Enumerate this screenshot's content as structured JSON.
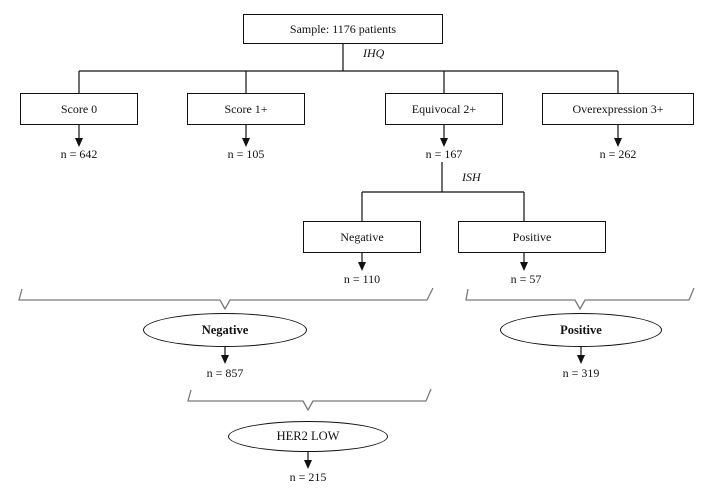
{
  "flow": {
    "root_label": "Sample: 1176 patients",
    "stage1_label": "IHQ",
    "stage2_label": "ISH",
    "ihc": [
      {
        "label": "Score 0",
        "n": "n = 642"
      },
      {
        "label": "Score 1+",
        "n": "n = 105"
      },
      {
        "label": "Equivocal 2+",
        "n": "n = 167"
      },
      {
        "label": "Overexpression 3+",
        "n": "n = 262"
      }
    ],
    "ish": [
      {
        "label": "Negative",
        "n": "n = 110"
      },
      {
        "label": "Positive",
        "n": "n = 57"
      }
    ],
    "outcomes": {
      "negative": {
        "label": "Negative",
        "n": "n = 857"
      },
      "positive": {
        "label": "Positive",
        "n": "n = 319"
      },
      "her2_low": {
        "label": "HER2 LOW",
        "n": "n = 215"
      }
    }
  },
  "colors": {
    "line": "#111111",
    "brace": "#7a7a7a",
    "background": "#ffffff"
  }
}
